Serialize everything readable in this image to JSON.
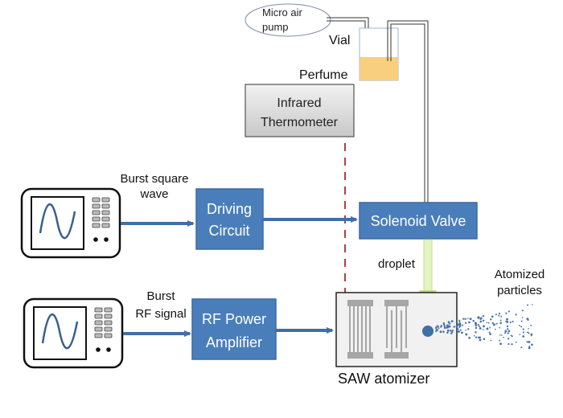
{
  "diagram": {
    "type": "experimental-setup-schematic",
    "colors": {
      "block_fill": "#4a7ebb",
      "block_stroke": "#3a6aa3",
      "block_text": "#ffffff",
      "arrow": "#3f6fa6",
      "thermometer_fill": "#d9d9d9",
      "dashed_line": "#b04040",
      "perfume_fill": "#f7cf7f",
      "droplet_arrow": "#c5e08a",
      "particle": "#3f6fa6",
      "saw_fill": "#f1f1f1",
      "idt_fill": "#a6a6a6"
    },
    "labels": {
      "pump": [
        "Micro air",
        "pump"
      ],
      "vial": "Vial",
      "perfume": "Perfume",
      "thermometer": [
        "Infrared",
        "Thermometer"
      ],
      "burst_square": [
        "Burst square",
        "wave"
      ],
      "driving_circuit": [
        "Driving",
        "Circuit"
      ],
      "solenoid_valve": "Solenoid Valve",
      "droplet": "droplet",
      "burst_rf": [
        "Burst",
        "RF signal"
      ],
      "rf_amplifier": [
        "RF Power",
        "Amplifier"
      ],
      "saw_atomizer": "SAW atomizer",
      "atomized": [
        "Atomized",
        "particles"
      ]
    },
    "components": [
      {
        "id": "micro-air-pump",
        "kind": "ellipse"
      },
      {
        "id": "vial",
        "kind": "container",
        "contents": "Perfume"
      },
      {
        "id": "infrared-thermometer",
        "kind": "box"
      },
      {
        "id": "function-generator-1",
        "kind": "instrument",
        "signal": "Burst square wave"
      },
      {
        "id": "driving-circuit",
        "kind": "box"
      },
      {
        "id": "solenoid-valve",
        "kind": "box"
      },
      {
        "id": "function-generator-2",
        "kind": "instrument",
        "signal": "Burst RF signal"
      },
      {
        "id": "rf-power-amplifier",
        "kind": "box"
      },
      {
        "id": "saw-atomizer",
        "kind": "device"
      }
    ],
    "connections": [
      {
        "from": "function-generator-1",
        "to": "driving-circuit",
        "label": "Burst square wave"
      },
      {
        "from": "driving-circuit",
        "to": "solenoid-valve"
      },
      {
        "from": "function-generator-2",
        "to": "rf-power-amplifier",
        "label": "Burst RF signal"
      },
      {
        "from": "rf-power-amplifier",
        "to": "saw-atomizer"
      },
      {
        "from": "solenoid-valve",
        "to": "saw-atomizer",
        "label": "droplet"
      },
      {
        "from": "micro-air-pump",
        "to": "vial",
        "kind": "tube"
      },
      {
        "from": "vial",
        "to": "solenoid-valve",
        "kind": "tube"
      },
      {
        "from": "infrared-thermometer",
        "to": "saw-atomizer",
        "kind": "dashed"
      }
    ]
  }
}
